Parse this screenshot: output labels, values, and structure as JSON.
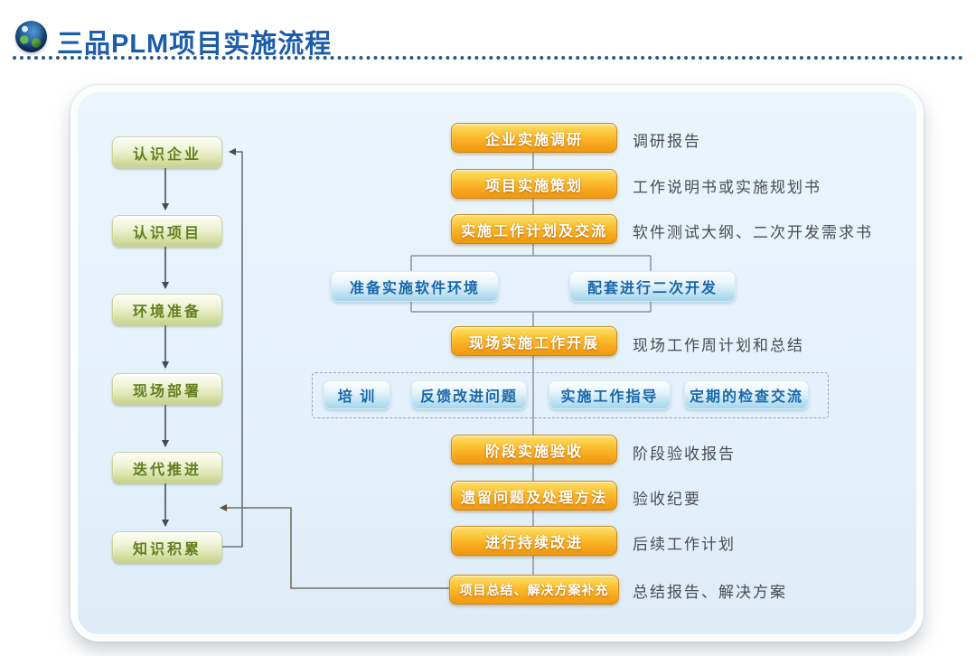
{
  "header": {
    "title": "三品PLM项目实施流程",
    "icon": "globe-icon"
  },
  "flow": {
    "left_steps": [
      {
        "label": "认识企业"
      },
      {
        "label": "认识项目"
      },
      {
        "label": "环境准备"
      },
      {
        "label": "现场部署"
      },
      {
        "label": "迭代推进"
      },
      {
        "label": "知识积累"
      }
    ],
    "main_steps": [
      {
        "label": "企业实施调研",
        "output": "调研报告"
      },
      {
        "label": "项目实施策划",
        "output": "工作说明书或实施规划书"
      },
      {
        "label": "实施工作计划及交流",
        "output": "软件测试大纲、二次开发需求书"
      },
      {
        "label": "现场实施工作开展",
        "output": "现场工作周计划和总结"
      },
      {
        "label": "阶段实施验收",
        "output": "阶段验收报告"
      },
      {
        "label": "遗留问题及处理方法",
        "output": "验收纪要"
      },
      {
        "label": "进行持续改进",
        "output": "后续工作计划"
      },
      {
        "label": "项目总结、解决方案补充",
        "output": "总结报告、解决方案"
      }
    ],
    "parallel_tasks": [
      {
        "label": "准备实施软件环境"
      },
      {
        "label": "配套进行二次开发"
      }
    ],
    "onsite_activities": [
      {
        "label": "培  训"
      },
      {
        "label": "反馈改进问题"
      },
      {
        "label": "实施工作指导"
      },
      {
        "label": "定期的检查交流"
      }
    ]
  },
  "colors": {
    "title_blue": "#1b5cab",
    "panel_bg": "#e4f1fa",
    "green_box_text": "#647d1d",
    "orange_box_top": "#fde16c",
    "orange_box_bottom": "#ef9a10",
    "blue_box_text": "#1a67ac",
    "label_text": "#4b4c50",
    "connector_gray": "#8e9298"
  }
}
